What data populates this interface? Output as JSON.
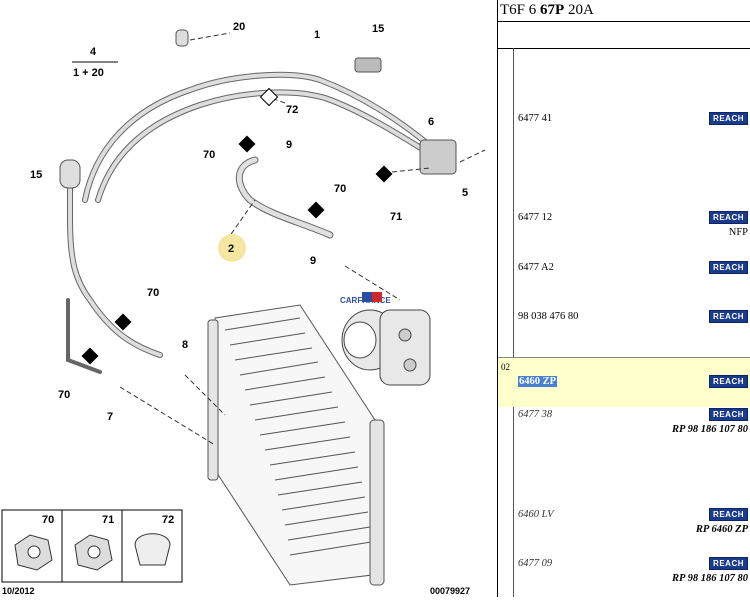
{
  "diagram": {
    "labels": {
      "l4": "4",
      "l1_20": "1 + 20",
      "l20": "20",
      "l1": "1",
      "l15a": "15",
      "l72": "72",
      "l6": "6",
      "l5": "5",
      "l70a": "70",
      "l9a": "9",
      "l70b": "70",
      "l71": "71",
      "l15b": "15",
      "l2": "2",
      "l9b": "9",
      "l70c": "70",
      "l8": "8",
      "l70d": "70",
      "l7": "7"
    },
    "watermark": "CARFRANCE",
    "legend": {
      "k70": "70",
      "k71": "71",
      "k72": "72"
    },
    "footer_date": "10/2012",
    "footer_code": "00079927"
  },
  "panel": {
    "header_pre": "T6F 6 ",
    "header_bold": "67P",
    "header_post": " 20A",
    "reach_label": "REACH",
    "group": "02",
    "rows": [
      {
        "ref": "6477 41",
        "note": ""
      },
      {
        "ref": "6477 12",
        "note": "NFP"
      },
      {
        "ref": "6477 A2",
        "note": ""
      },
      {
        "ref": "98 038 476 80",
        "note": ""
      },
      {
        "ref": "6460 ZP",
        "note": ""
      },
      {
        "ref": "6477 38",
        "note": "RP 98 186 107 80"
      },
      {
        "ref": "6460 LV",
        "note": "RP 6460 ZP"
      },
      {
        "ref": "6477 09",
        "note": "RP 98 186 107 80"
      }
    ]
  },
  "colors": {
    "reach_bg": "#1a3a8a",
    "selected_bg": "#4a7fd6",
    "highlight_row": "#ffffcc",
    "callout_2": "#f5e6a0"
  }
}
